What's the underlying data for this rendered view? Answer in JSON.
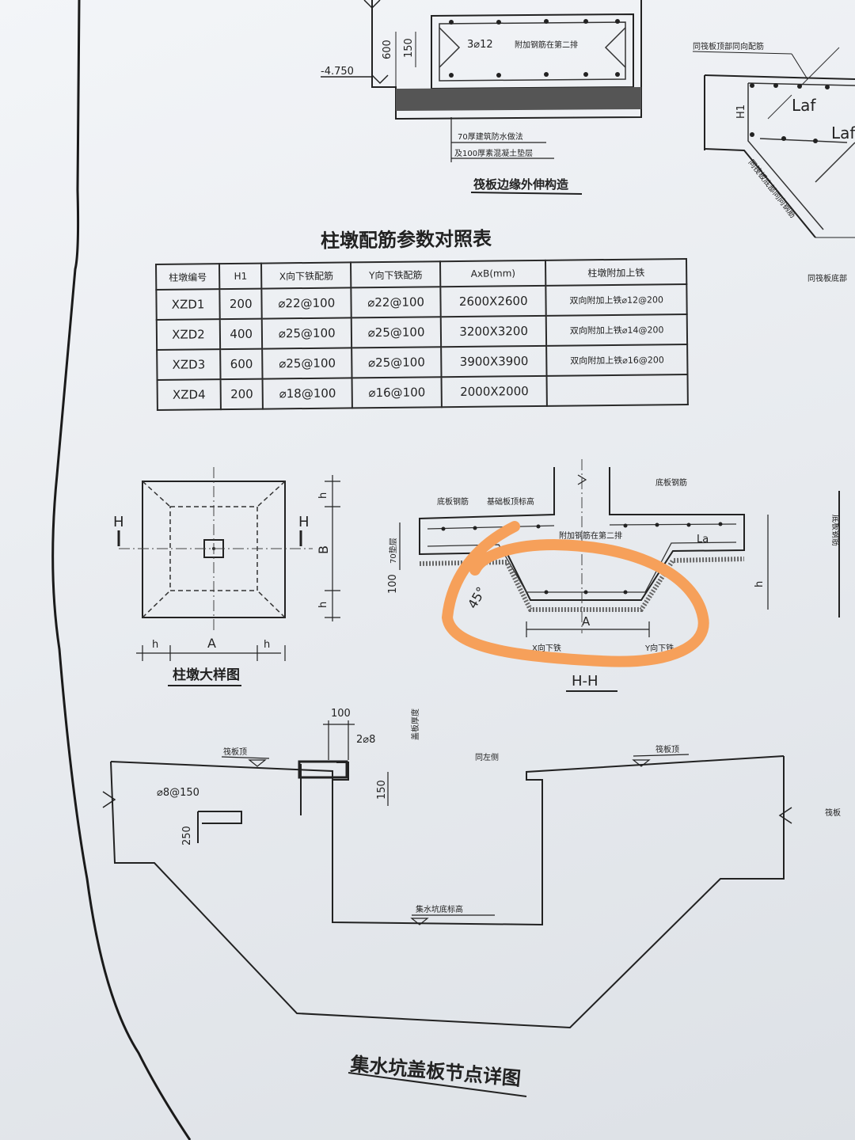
{
  "top_detail": {
    "label_elev": "-4.750",
    "dim_600": "600",
    "dim_150": "150",
    "rebar": "3⌀12",
    "note_add": "附加钢筋在第二排",
    "note_waterproof": "70厚建筑防水做法",
    "note_concrete": "及100厚素混凝土垫层",
    "title": "筏板边缘外伸构造"
  },
  "top_right": {
    "note1": "同筏板顶部同向配筋",
    "h1": "H1",
    "laf1": "Laf",
    "laf2": "Laf",
    "note2": "同筏板底部同向钢筋",
    "note3": "同筏板底部"
  },
  "table": {
    "title": "柱墩配筋参数对照表",
    "headers": [
      "柱墩编号",
      "H1",
      "X向下铁配筋",
      "Y向下铁配筋",
      "AxB(mm)",
      "柱墩附加上铁"
    ],
    "rows": [
      [
        "XZD1",
        "200",
        "⌀22@100",
        "⌀22@100",
        "2600X2600",
        "双向附加上铁⌀12@200"
      ],
      [
        "XZD2",
        "400",
        "⌀25@100",
        "⌀25@100",
        "3200X3200",
        "双向附加上铁⌀14@200"
      ],
      [
        "XZD3",
        "600",
        "⌀25@100",
        "⌀25@100",
        "3900X3900",
        "双向附加上铁⌀16@200"
      ],
      [
        "XZD4",
        "200",
        "⌀18@100",
        "⌀16@100",
        "2000X2000",
        ""
      ]
    ]
  },
  "plan": {
    "h_left": "H",
    "h_right": "H",
    "dim_h_top": "h",
    "dim_b": "B",
    "dim_h_bottom": "h",
    "dim_h_l": "h",
    "dim_a": "A",
    "dim_h_r": "h",
    "title": "柱墩大样图"
  },
  "section": {
    "label_bottom_rebar": "底板钢筋",
    "label_top_elev": "基础板顶标高",
    "label_bottom_rebar2": "底板钢筋",
    "label_add": "附加钢筋在第二排",
    "la": "La",
    "dim_100": "100",
    "dim_70": "70垫层",
    "dim_h": "h",
    "angle": "45°",
    "dim_a": "A",
    "label_x": "X向下铁",
    "label_y": "Y向下铁",
    "title": "H-H",
    "right_label": "底板钢筋"
  },
  "sump": {
    "dim_100": "100",
    "rebar_2": "2⌀8",
    "label_raft_top_l": "筏板顶",
    "label_cover": "盖板厚度",
    "label_same": "同左侧",
    "label_raft_top_r": "筏板顶",
    "dim_150": "150",
    "rebar_8": "⌀8@150",
    "dim_250": "250",
    "label_bottom": "集水坑底标高",
    "label_raft": "筏板",
    "title": "集水坑盖板节点详图"
  },
  "annotation": {
    "color": "#f6a05a"
  }
}
